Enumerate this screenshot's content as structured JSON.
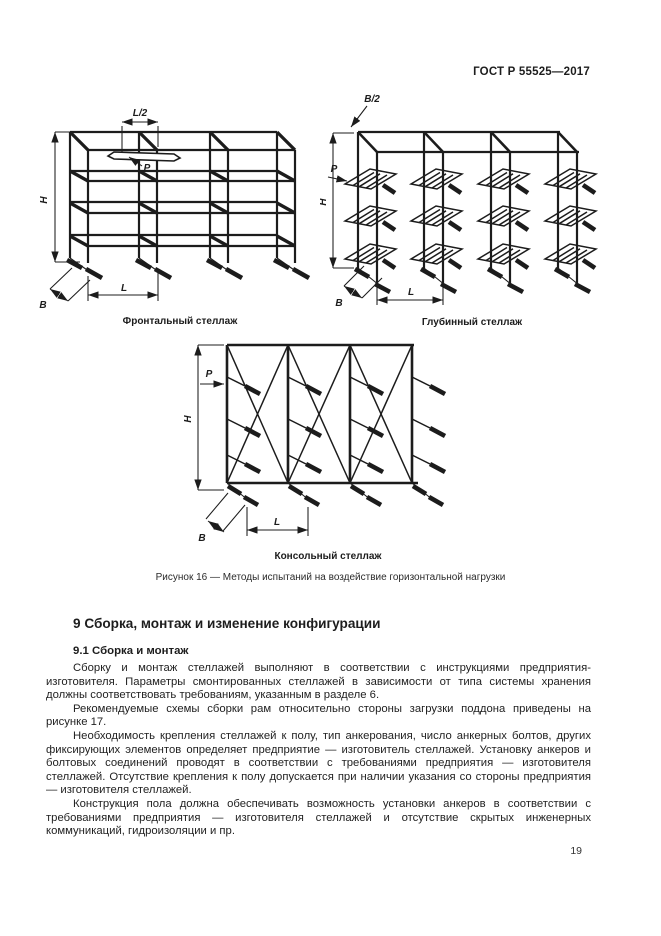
{
  "document": {
    "header": "ГОСТ Р 55525—2017",
    "page_number": "19",
    "ink": "#1c1c1c",
    "paper": "#ffffff"
  },
  "figure": {
    "caption": "Рисунок 16 — Методы испытаний на воздействие горизонтальной нагрузки",
    "frontal": {
      "label": "Фронтальный стеллаж",
      "dim_h": "H",
      "dim_l_half": "L/2",
      "dim_p": "P",
      "dim_b": "B",
      "dim_l": "L"
    },
    "deep": {
      "label": "Глубинный стеллаж",
      "dim_h": "H",
      "dim_b_half": "B/2",
      "dim_p": "P",
      "dim_b": "B",
      "dim_l": "L"
    },
    "cantilever": {
      "label": "Консольный стеллаж",
      "dim_h": "H",
      "dim_p": "P",
      "dim_b": "B",
      "dim_l": "L"
    }
  },
  "section": {
    "title": "9 Сборка, монтаж и изменение конфигурации",
    "subsection_title": "9.1 Сборка и монтаж",
    "paragraphs": [
      "Сборку и монтаж стеллажей выполняют в соответствии с инструкциями предприятия-изготовителя. Параметры смонтированных стеллажей в зависимости от типа системы хранения должны соответствовать требованиям, указанным в разделе 6.",
      "Рекомендуемые схемы сборки рам относительно стороны загрузки поддона приведены на рисунке 17.",
      "Необходимость крепления стеллажей к полу, тип анкерования, число анкерных болтов, других фиксирующих элементов определяет предприятие — изготовитель стеллажей. Установку анкеров и болтовых соединений проводят в соответствии с требованиями предприятия — изготовителя стеллажей. Отсутствие крепления к полу допускается при наличии указания со стороны предприятия — изготовителя стеллажей.",
      "Конструкция пола должна обеспечивать возможность установки анкеров в соответствии с требованиями предприятия — изготовителя стеллажей и отсутствие скрытых инженерных коммуникаций, гидроизоляции и пр."
    ]
  }
}
